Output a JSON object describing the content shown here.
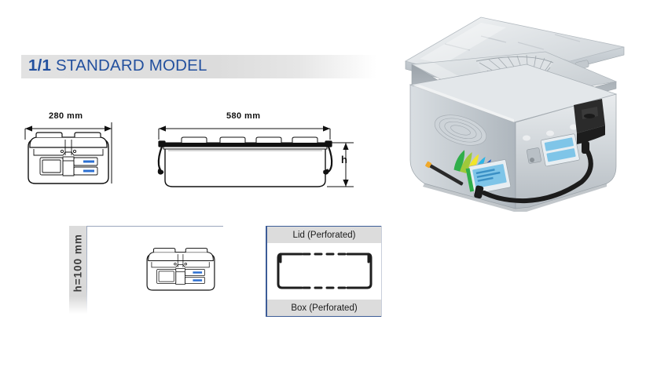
{
  "page": {
    "title": "1/1 STANDARD MODEL",
    "title_prefix": "1/1",
    "title_rest": " STANDARD MODEL",
    "accent_color": "#23509e",
    "bar_color": "#dcdcdc",
    "background": "#ffffff"
  },
  "drawings": {
    "front_view": {
      "name": "front-view",
      "dimension_label": "280 mm",
      "dimension_value": 280,
      "unit": "mm"
    },
    "side_view": {
      "name": "side-view",
      "dimension_label": "580 mm",
      "dimension_value": 580,
      "unit": "mm",
      "height_label": "h"
    },
    "height_panel": {
      "name": "height-panel",
      "label": "h=100 mm",
      "height_value": 100,
      "unit": "mm"
    },
    "perforation_panel": {
      "name": "perforation-panel",
      "lid_label": "Lid (Perforated)",
      "box_label": "Box (Perforated)",
      "border_color": "#3c5c97",
      "header_bg": "#dcdcdc"
    }
  },
  "photo": {
    "name": "sterilization-container-photo",
    "alt": "Sterilization container with perforated lid raised above box",
    "logo_name": "colored-fan-logo",
    "logo_colors": [
      "#2fae4a",
      "#9ec93a",
      "#f2e52b",
      "#2bb6e8",
      "#2a5fc0",
      "#e0219a"
    ],
    "latch_color": "#2b2b2b",
    "handle_color": "#1c1c1c",
    "label_card_color": "#7fc5e8",
    "body_color": "#d6dade"
  }
}
